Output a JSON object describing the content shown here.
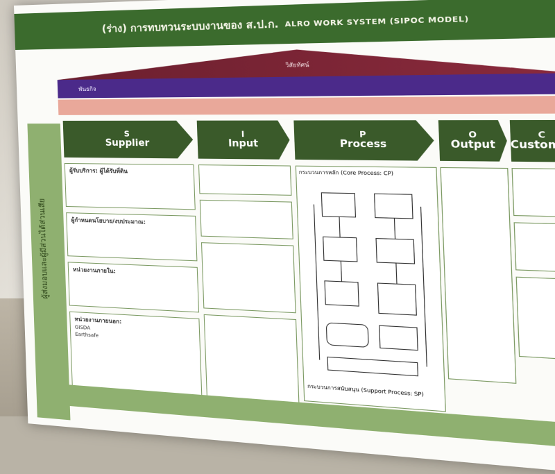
{
  "poster": {
    "title_th": "(ร่าง) การทบทวนระบบงานของ ส.ป.ก.",
    "title_en": "ALRO WORK SYSTEM (SIPOC MODEL)",
    "roof_label": "วิสัยทัศน์",
    "mission_label": "พันธกิจ",
    "columns": [
      {
        "letter": "S",
        "label": "Supplier"
      },
      {
        "letter": "I",
        "label": "Input"
      },
      {
        "letter": "P",
        "label": "Process"
      },
      {
        "letter": "O",
        "label": "Output"
      },
      {
        "letter": "C",
        "label": "Customer"
      }
    ],
    "supplier_boxes": [
      "ผู้รับบริการ: ผู้ได้รับที่ดิน",
      "ผู้กำหนดนโยบาย/งบประมาณ:",
      "หน่วยงานภายใน:",
      "หน่วยงานภายนอก:"
    ],
    "process_heading": "กระบวนการหลัก (Core Process: CP)",
    "support_heading": "กระบวนการสนับสนุน (Support Process: SP)",
    "supplier_extra": [
      "GISDA",
      "Earthsafe"
    ],
    "sidebar_text": "ผู้ส่งมอบและผู้มีส่วนได้ส่วนเสีย"
  }
}
